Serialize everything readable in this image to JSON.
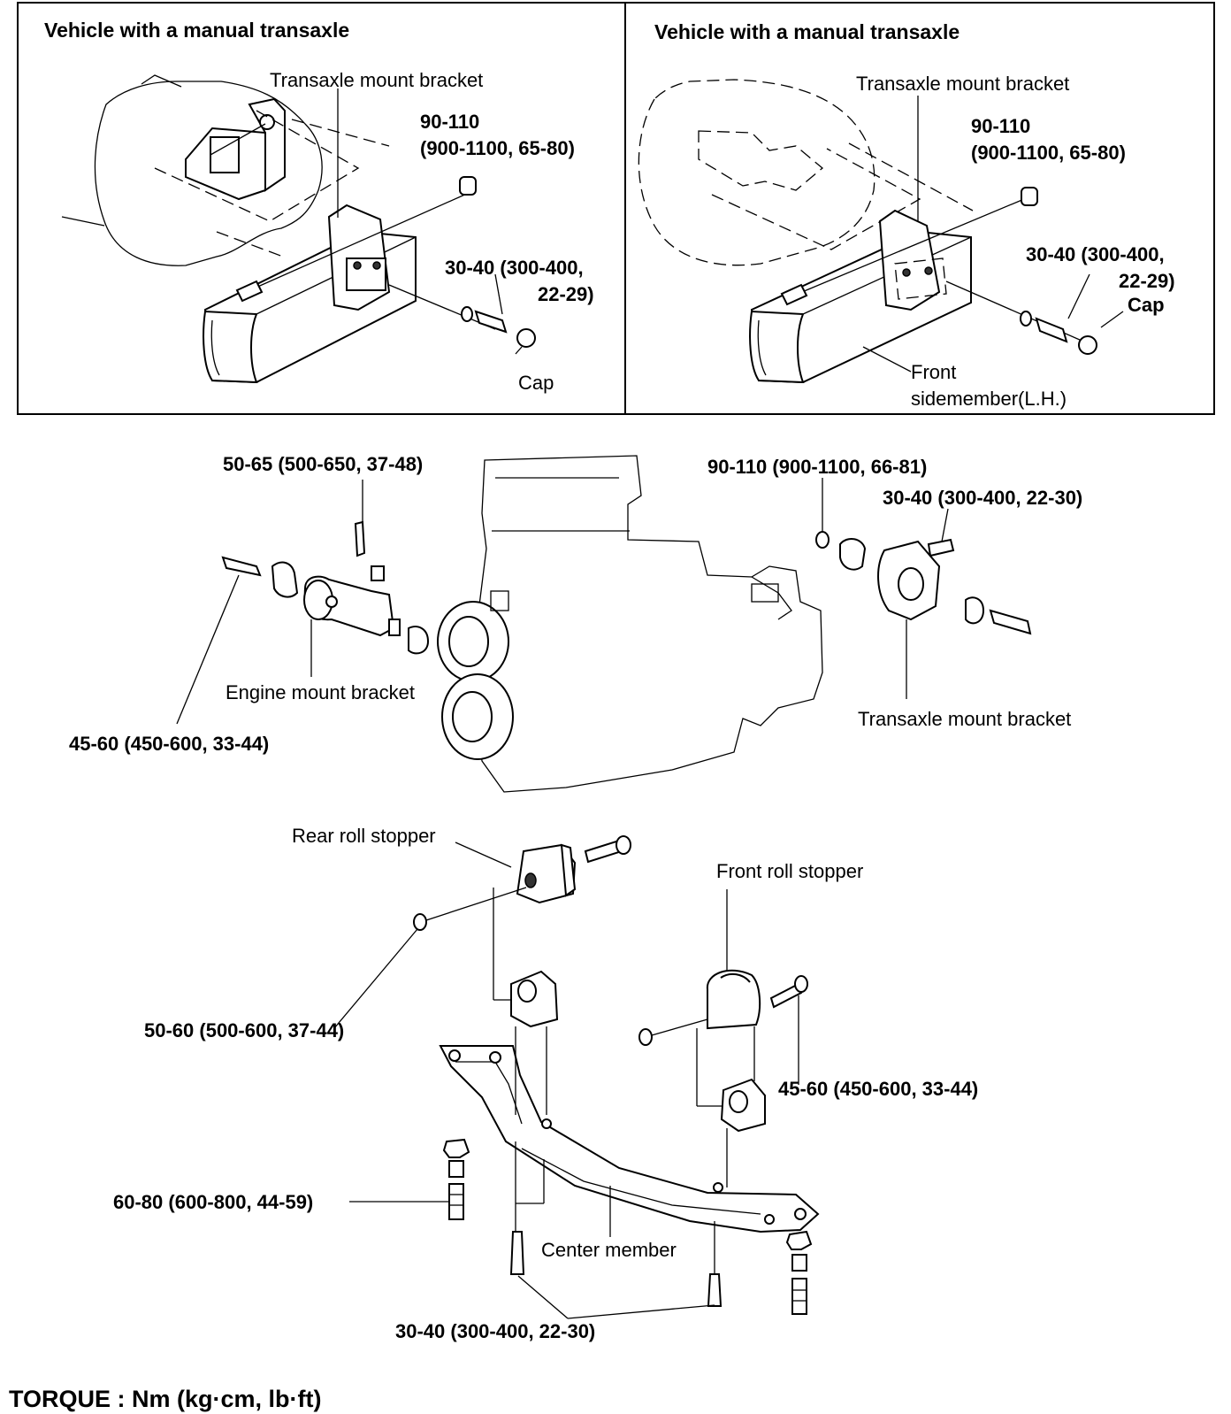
{
  "panels": {
    "left": {
      "title": "Vehicle with a manual transaxle",
      "bracket_label": "Transaxle mount bracket",
      "torque_top_1": "90-110",
      "torque_top_2": "(900-1100, 65-80)",
      "torque_mid_1": "30-40 (300-400,",
      "torque_mid_2": "22-29)",
      "cap": "Cap"
    },
    "right": {
      "title": "Vehicle with a manual transaxle",
      "bracket_label": "Transaxle mount bracket",
      "torque_top_1": "90-110",
      "torque_top_2": "(900-1100, 65-80)",
      "torque_mid_1": "30-40 (300-400,",
      "torque_mid_2": "22-29)",
      "cap": "Cap",
      "sidemember_1": "Front",
      "sidemember_2": "sidemember(L.H.)"
    }
  },
  "engine": {
    "torque_engine_bolt": "50-65 (500-650, 37-48)",
    "engine_bracket": "Engine mount bracket",
    "torque_engine_long": "45-60 (450-600, 33-44)",
    "torque_trans_nut": "90-110 (900-1100, 66-81)",
    "torque_trans_bolt": "30-40 (300-400, 22-30)",
    "trans_bracket": "Transaxle mount bracket"
  },
  "center": {
    "rear_roll": "Rear roll stopper",
    "front_roll": "Front roll stopper",
    "torque_rear_nut": "50-60 (500-600, 37-44)",
    "torque_front_bolt": "45-60 (450-600, 33-44)",
    "torque_side_bolt": "60-80 (600-800, 44-59)",
    "center_member": "Center member",
    "torque_bottom": "30-40 (300-400, 22-30)"
  },
  "footer": {
    "torque_units": "TORQUE : Nm (kg·cm, lb·ft)"
  }
}
